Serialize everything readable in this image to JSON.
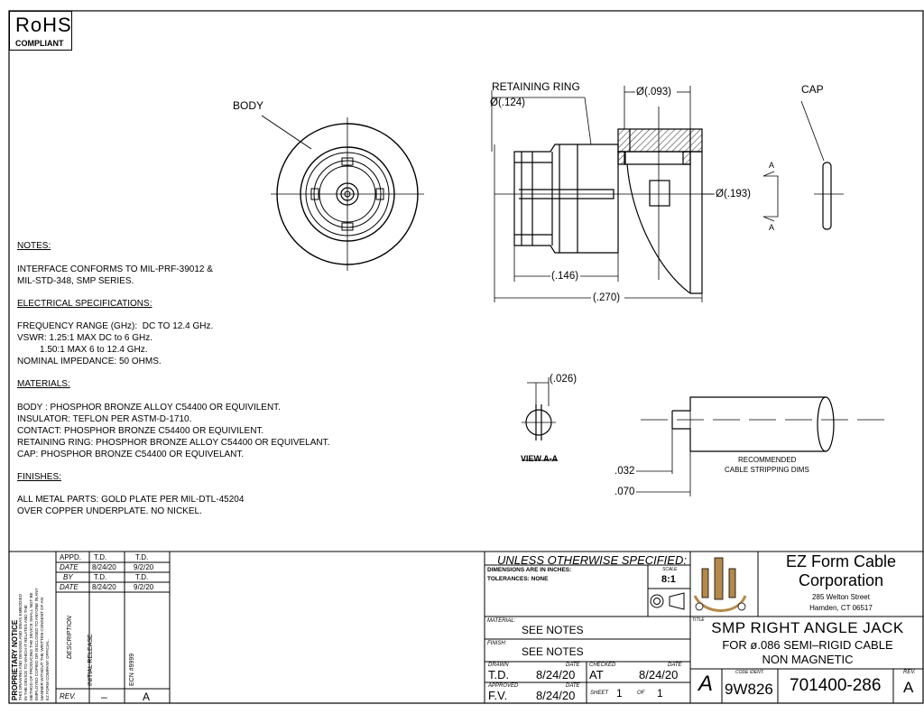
{
  "rohs": {
    "main": "RoHS",
    "sub": "COMPLIANT"
  },
  "labels": {
    "body": "BODY",
    "retaining_ring": "RETAINING  RING",
    "cap": "CAP",
    "view_aa": "VIEW A-A",
    "section_a_top": "A",
    "section_a_bottom": "A",
    "recommended_line1": "RECOMMENDED",
    "recommended_line2": "CABLE STRIPPING DIMS"
  },
  "dimensions": {
    "d124": "Ø(.124)",
    "d093": "Ø(.093)",
    "d193": "Ø(.193)",
    "d146": "(.146)",
    "d270": "(.270)",
    "d026": "(.026)",
    "d032": ".032",
    "d070": ".070"
  },
  "notes": {
    "heading": "NOTES:",
    "interface": "INTERFACE CONFORMS TO MIL-PRF-39012 &\nMIL-STD-348, SMP SERIES.",
    "electrical_heading": "ELECTRICAL SPECIFICATIONS:",
    "electrical": "FREQUENCY RANGE (GHz):  DC TO 12.4 GHz.\nVSWR: 1.25:1 MAX DC to 6 GHz.\n         1.50:1 MAX 6 to 12.4 GHz.\nNOMINAL IMPEDANCE: 50 OHMS.",
    "materials_heading": "MATERIALS:",
    "materials": "BODY : PHOSPHOR BRONZE ALLOY C54400 OR EQUIVILENT.\nINSULATOR: TEFLON PER ASTM-D-1710.\nCONTACT: PHOSPHOR BRONZE C54400 OR EQUIVILENT.\nRETAINING RING: PHOSPHOR BRONZE ALLOY C54400 OR EQUIVELANT.\nCAP: PHOSPHOR BRONZE C54400 OR EQUIVELANT.",
    "finishes_heading": "FINISHES:",
    "finishes": "ALL METAL PARTS: GOLD PLATE PER MIL-DTL-45204\nOVER COPPER UNDERPLATE. NO NICKEL."
  },
  "title_block": {
    "proprietary_title": "PROPRIETARY NOTICE",
    "proprietary_text": "THIS DRAWING AND DESIGNS AND IDEAS EMBODIED\nIN THE DEVICE TO WHICH IT RELATES AND THE\nMETHOD OF PRODUCING THE DEVICE SHALL NOT BE\nEMPLOYED COPIED OR DISCLOSED TO ANYONE IN ANY\nMANNER WITHOUT THE WRITTEN CONSENT OF AN\nEZ FORM COMPANY OFFICIAL.",
    "rev_table": {
      "appd_label": "APPD.",
      "date_label": "DATE",
      "by_label": "BY",
      "desc_label": "DESCRIPTION",
      "rev_label": "REV.",
      "col1": {
        "appd": "T.D.",
        "date1": "8/24/20",
        "by": "T.D.",
        "date2": "8/24/20",
        "desc": "INITIAL RELEASE",
        "rev": "–"
      },
      "col2": {
        "appd": "T.D.",
        "date1": "9/2/20",
        "by": "T.D.",
        "date2": "9/2/20",
        "desc": "ECN #9999",
        "rev": "A"
      }
    },
    "unless": "UNLESS OTHERWISE SPECIFIED:",
    "dims_in_inches": "DIMENSIONS ARE IN INCHES:",
    "tolerances": "TOLERANCES: NONE",
    "scale_label": "SCALE",
    "scale": "8:1",
    "material_label": "MATERIAL:",
    "material": "SEE  NOTES",
    "finish_label": "FINISH:",
    "finish": "SEE  NOTES",
    "drawn_label": "DRAWN",
    "drawn": "T.D.",
    "drawn_date": "8/24/20",
    "checked_label": "CHECKED",
    "checked": "AT",
    "checked_date": "8/24/20",
    "date_label": "DATE",
    "approved_label": "APPROVED",
    "approved": "F.V.",
    "approved_date": "8/24/20",
    "sheet_label": "SHEET",
    "sheet": "1",
    "of_label": "OF",
    "sheets": "1",
    "company": "EZ Form Cable\nCorporation",
    "address1": "285 Welton Street",
    "address2": "Hamden, CT 06517",
    "title_label": "TITLE",
    "title_line1": "SMP  RIGHT  ANGLE  JACK",
    "title_line2": "FOR  ø.086  SEMI–RIGID  CABLE",
    "title_line3": "NON  MAGNETIC",
    "size": "A",
    "code_ident_label": "CODE IDENT.",
    "code_ident": "9W826",
    "part_number": "701400-286",
    "rev_label": "REV.",
    "rev": "A"
  },
  "colors": {
    "ink": "#000000",
    "hatch": "#444444",
    "logo_bronze": "#b5894a"
  }
}
